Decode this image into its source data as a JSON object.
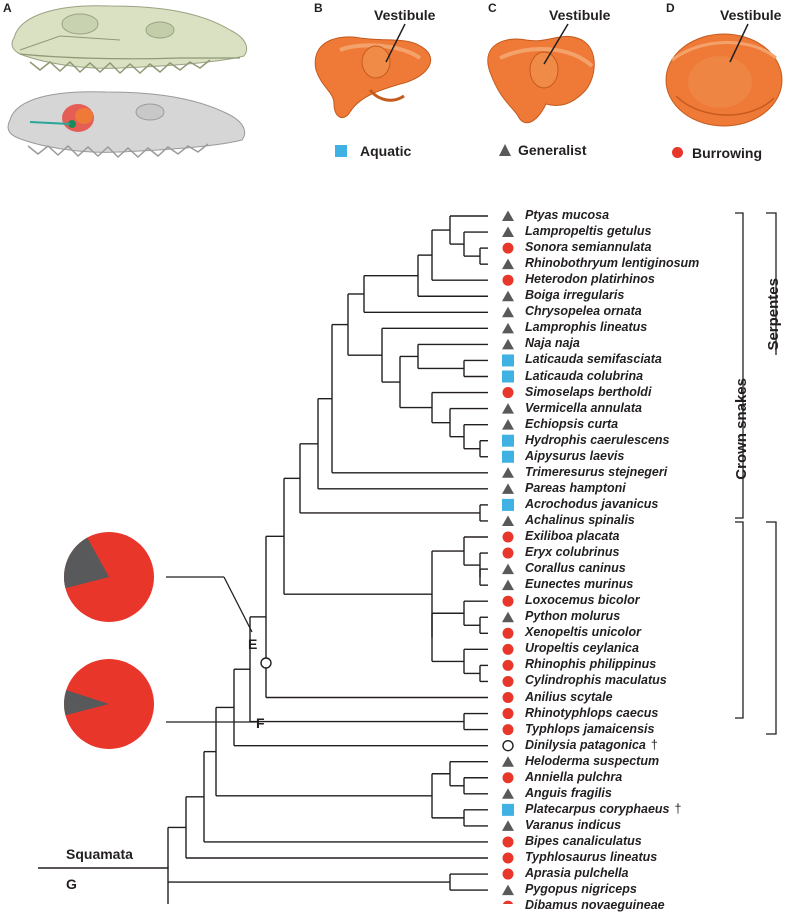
{
  "panels": {
    "a": "A",
    "b": "B",
    "c": "C",
    "d": "D"
  },
  "vestibule_label": "Vestibule",
  "legend": {
    "aquatic": "Aquatic",
    "generalist": "Generalist",
    "burrowing": "Burrowing"
  },
  "colors": {
    "aquatic": "#3fb1e3",
    "generalist": "#58595b",
    "burrowing": "#e8362b",
    "ear": "#ef7a37",
    "skull_green": "#d9e1c2",
    "skull_grey": "#cfcfcf"
  },
  "clades": {
    "crown": "Crown snakes",
    "serpentes": "Serpentes",
    "squamata": "Squamata"
  },
  "nodes": {
    "e": "E",
    "f": "F",
    "g": "G"
  },
  "pies": [
    {
      "node": "E",
      "burrowing": 0.79,
      "generalist": 0.21
    },
    {
      "node": "F",
      "burrowing": 0.91,
      "generalist": 0.09
    }
  ],
  "taxa": [
    {
      "name": "Ptyas mucosa",
      "eco": "generalist"
    },
    {
      "name": "Lampropeltis getulus",
      "eco": "generalist"
    },
    {
      "name": "Sonora semiannulata",
      "eco": "burrowing"
    },
    {
      "name": "Rhinobothryum lentiginosum",
      "eco": "generalist"
    },
    {
      "name": "Heterodon platirhinos",
      "eco": "burrowing"
    },
    {
      "name": "Boiga irregularis",
      "eco": "generalist"
    },
    {
      "name": "Chrysopelea ornata",
      "eco": "generalist"
    },
    {
      "name": "Lamprophis lineatus",
      "eco": "generalist"
    },
    {
      "name": "Naja naja",
      "eco": "generalist"
    },
    {
      "name": "Laticauda semifasciata",
      "eco": "aquatic"
    },
    {
      "name": "Laticauda colubrina",
      "eco": "aquatic"
    },
    {
      "name": "Simoselaps bertholdi",
      "eco": "burrowing"
    },
    {
      "name": "Vermicella annulata",
      "eco": "generalist"
    },
    {
      "name": "Echiopsis curta",
      "eco": "generalist"
    },
    {
      "name": "Hydrophis caerulescens",
      "eco": "aquatic"
    },
    {
      "name": "Aipysurus laevis",
      "eco": "aquatic"
    },
    {
      "name": "Trimeresurus stejnegeri",
      "eco": "generalist"
    },
    {
      "name": "Pareas hamptoni",
      "eco": "generalist"
    },
    {
      "name": "Acrochodus javanicus",
      "eco": "aquatic"
    },
    {
      "name": "Achalinus spinalis",
      "eco": "generalist"
    },
    {
      "name": "Exiliboa placata",
      "eco": "burrowing"
    },
    {
      "name": "Eryx colubrinus",
      "eco": "burrowing"
    },
    {
      "name": "Corallus caninus",
      "eco": "generalist"
    },
    {
      "name": "Eunectes murinus",
      "eco": "generalist"
    },
    {
      "name": "Loxocemus bicolor",
      "eco": "burrowing"
    },
    {
      "name": "Python molurus",
      "eco": "generalist"
    },
    {
      "name": "Xenopeltis unicolor",
      "eco": "burrowing"
    },
    {
      "name": "Uropeltis ceylanica",
      "eco": "burrowing"
    },
    {
      "name": "Rhinophis philippinus",
      "eco": "burrowing"
    },
    {
      "name": "Cylindrophis maculatus",
      "eco": "burrowing"
    },
    {
      "name": "Anilius scytale",
      "eco": "burrowing"
    },
    {
      "name": "Rhinotyphlops caecus",
      "eco": "burrowing"
    },
    {
      "name": "Typhlops jamaicensis",
      "eco": "burrowing"
    },
    {
      "name": "Dinilysia patagonica",
      "eco": "unknown",
      "extinct": "†"
    },
    {
      "name": "Heloderma suspectum",
      "eco": "generalist"
    },
    {
      "name": "Anniella pulchra",
      "eco": "burrowing"
    },
    {
      "name": "Anguis fragilis",
      "eco": "generalist"
    },
    {
      "name": "Platecarpus coryphaeus",
      "eco": "aquatic",
      "extinct": "†"
    },
    {
      "name": "Varanus indicus",
      "eco": "generalist"
    },
    {
      "name": "Bipes canaliculatus",
      "eco": "burrowing"
    },
    {
      "name": "Typhlosaurus lineatus",
      "eco": "burrowing"
    },
    {
      "name": "Aprasia pulchella",
      "eco": "burrowing"
    },
    {
      "name": "Pygopus nigriceps",
      "eco": "generalist"
    },
    {
      "name": "Dibamus novaeguineae",
      "eco": "burrowing"
    }
  ]
}
